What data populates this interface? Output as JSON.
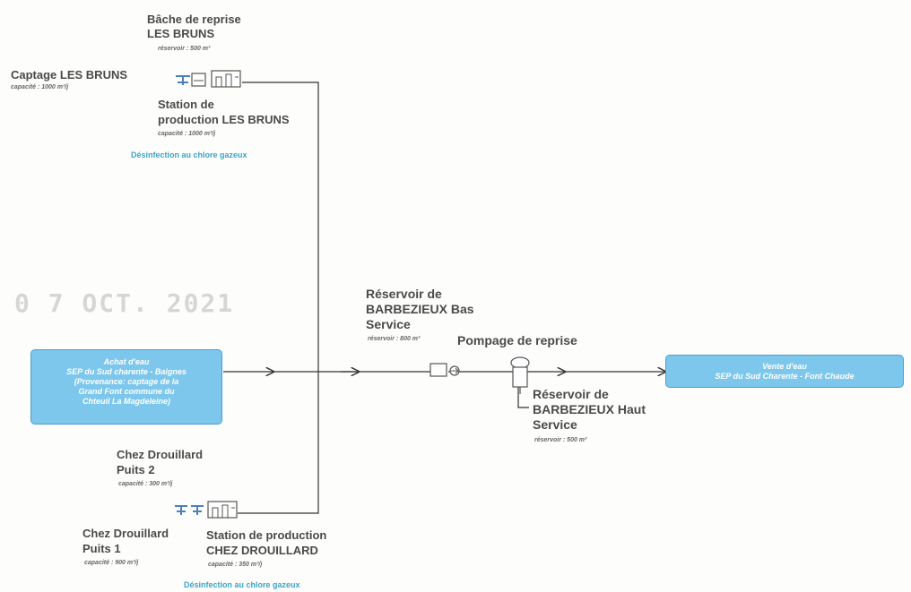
{
  "stamp": "0 7 OCT. 2021",
  "nodes": {
    "bache": {
      "title1": "Bâche de reprise",
      "title2": "LES BRUNS",
      "sub": "réservoir : 500 m³"
    },
    "captage": {
      "title": "Captage LES BRUNS",
      "sub": "capacité : 1000 m³/j"
    },
    "station_bruns": {
      "title1": "Station de",
      "title2": "production LES BRUNS",
      "sub": "capacité : 1000 m³/j",
      "disinfection": "Désinfection au chlore gazeux"
    },
    "achat": {
      "l1": "Achat d'eau",
      "l2": "SEP du Sud charente - Baignes",
      "l3": "(Provenance: captage de la",
      "l4": "Grand Font commune du",
      "l5": "Chteuil La Magdeleine)"
    },
    "reservoir_bas": {
      "l1": "Réservoir de",
      "l2": "BARBEZIEUX Bas",
      "l3": "Service",
      "sub": "réservoir : 800 m³"
    },
    "pompage": {
      "title": "Pompage de reprise"
    },
    "reservoir_haut": {
      "l1": "Réservoir de",
      "l2": "BARBEZIEUX Haut",
      "l3": "Service",
      "sub": "réservoir : 500 m³"
    },
    "vente": {
      "l1": "Vente d'eau",
      "l2": "SEP du Sud Charente - Font Chaude"
    },
    "puits2": {
      "l1": "Chez Drouillard",
      "l2": "Puits 2",
      "sub": "capacité : 300 m³/j"
    },
    "puits1": {
      "l1": "Chez Drouillard",
      "l2": "Puits 1",
      "sub": "capacité : 900 m³/j"
    },
    "station_drouillard": {
      "l1": "Station de production",
      "l2": "CHEZ DROUILLARD",
      "sub": "capacité : 350 m³/j",
      "disinfection": "Désinfection au chlore gazeux"
    }
  },
  "colors": {
    "line": "#333333",
    "box_fill": "#7dc7ec",
    "box_border": "#4a9fcf",
    "disinfection": "#3aa5c8",
    "well_icon": "#4a7fc0"
  }
}
